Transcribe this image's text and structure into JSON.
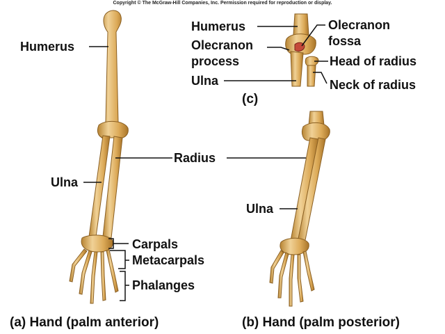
{
  "copyright": "Copyright © The McGraw-Hill Companies, Inc. Permission required for reproduction or display.",
  "colors": {
    "bone": "#dcaa58",
    "bone_dark": "#b07d32",
    "bone_light": "#f3d9a2",
    "cartilage": "#c44a3a",
    "line": "#111111"
  },
  "labels": {
    "humerus_a": "Humerus",
    "radius": "Radius",
    "ulna_a": "Ulna",
    "carpals": "Carpals",
    "metacarpals": "Metacarpals",
    "phalanges": "Phalanges",
    "ulna_b": "Ulna",
    "c_humerus": "Humerus",
    "c_olecranon_process_1": "Olecranon",
    "c_olecranon_process_2": "process",
    "c_ulna": "Ulna",
    "c_olecranon_fossa_1": "Olecranon",
    "c_olecranon_fossa_2": "fossa",
    "c_head_radius": "Head of radius",
    "c_neck_radius": "Neck of radius"
  },
  "captions": {
    "a": "(a) Hand (palm anterior)",
    "b": "(b) Hand (palm posterior)",
    "c": "(c)"
  }
}
